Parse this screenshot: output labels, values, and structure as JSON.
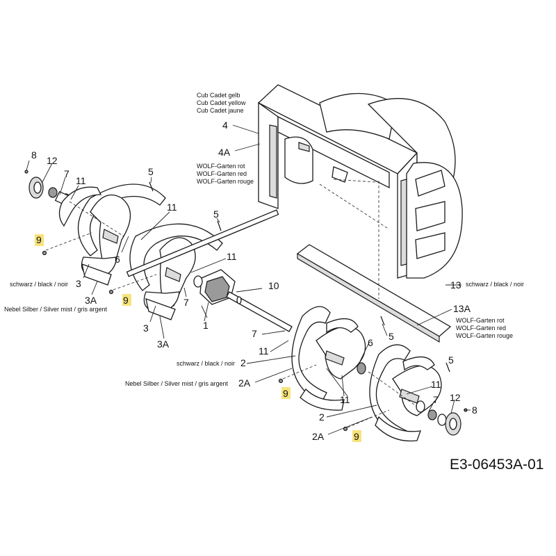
{
  "labels": {
    "cub_gelb": "Cub Cadet gelb",
    "cub_yellow": "Cub Cadet yellow",
    "cub_jaune": "Cub Cadet jaune",
    "wolf_rot": "WOLF-Garten rot",
    "wolf_red": "WOLF-Garten red",
    "wolf_rouge": "WOLF-Garten rouge",
    "schwarz": "schwarz / black / noir",
    "nebel": "Nebel Silber / Silver mist / gris argent"
  },
  "part_numbers": {
    "p1": "1",
    "p2": "2",
    "p2a": "2A",
    "p3": "3",
    "p3a": "3A",
    "p4": "4",
    "p4a": "4A",
    "p5": "5",
    "p6": "6",
    "p7": "7",
    "p8": "8",
    "p9": "9",
    "p10": "10",
    "p11": "11",
    "p12": "12",
    "p13": "13",
    "p13a": "13A"
  },
  "drawing_code": "E3-06453A-01",
  "colors": {
    "highlight": "#f7e37c",
    "ink": "#111111"
  }
}
